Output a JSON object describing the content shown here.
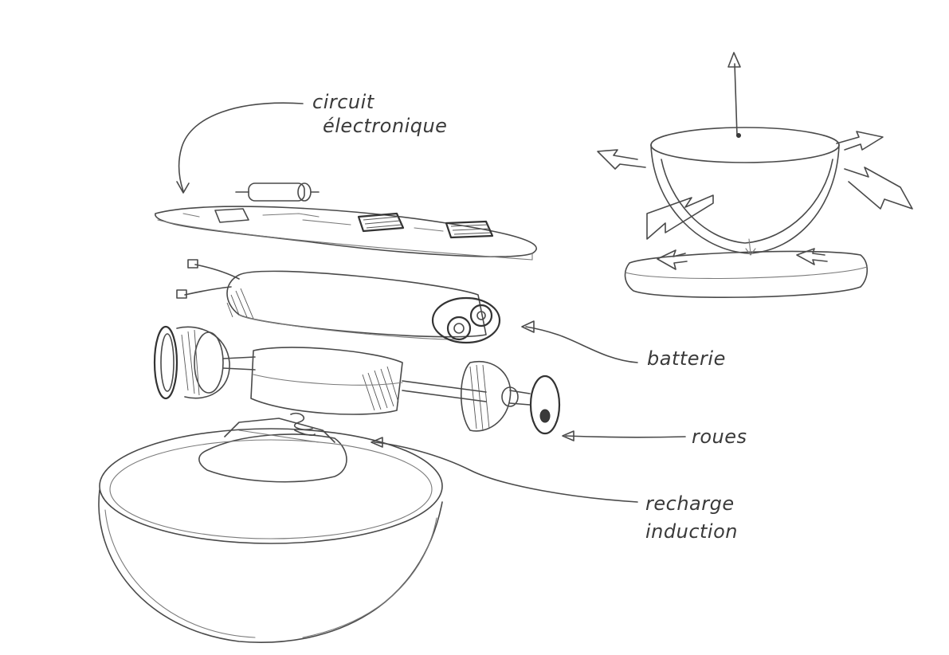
{
  "labels": {
    "circuit_line1": "circuit",
    "circuit_line2": "électronique",
    "batterie": "batterie",
    "roues": "roues",
    "recharge_line1": "recharge",
    "recharge_line2": "induction"
  },
  "colors": {
    "pencil": "#4a4a4a",
    "paper": "#ffffff"
  }
}
